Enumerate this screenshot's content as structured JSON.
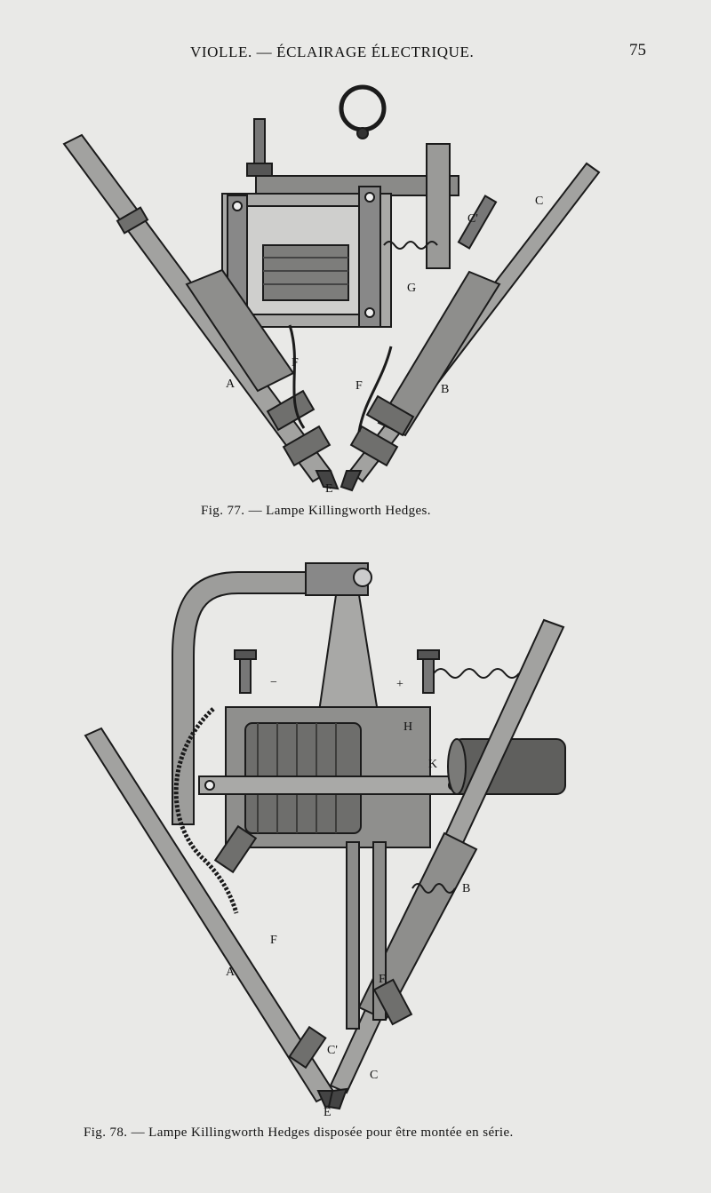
{
  "header": {
    "title": "VIOLLE. — ÉCLAIRAGE ÉLECTRIQUE.",
    "page_number": "75"
  },
  "figures": [
    {
      "caption": "Fig. 77. — Lampe Killingworth Hedges.",
      "labels": [
        "C'",
        "C",
        "G",
        "F",
        "F",
        "A",
        "B",
        "E"
      ]
    },
    {
      "caption": "Fig. 78. — Lampe Killingworth Hedges disposée pour être montée en série.",
      "labels": [
        "−",
        "+",
        "H",
        "K",
        "B",
        "F",
        "A",
        "F",
        "C",
        "C'",
        "E"
      ]
    }
  ],
  "colors": {
    "paper": "#e9e9e7",
    "ink": "#1e1e1e",
    "bleed_ink": "#000000"
  }
}
